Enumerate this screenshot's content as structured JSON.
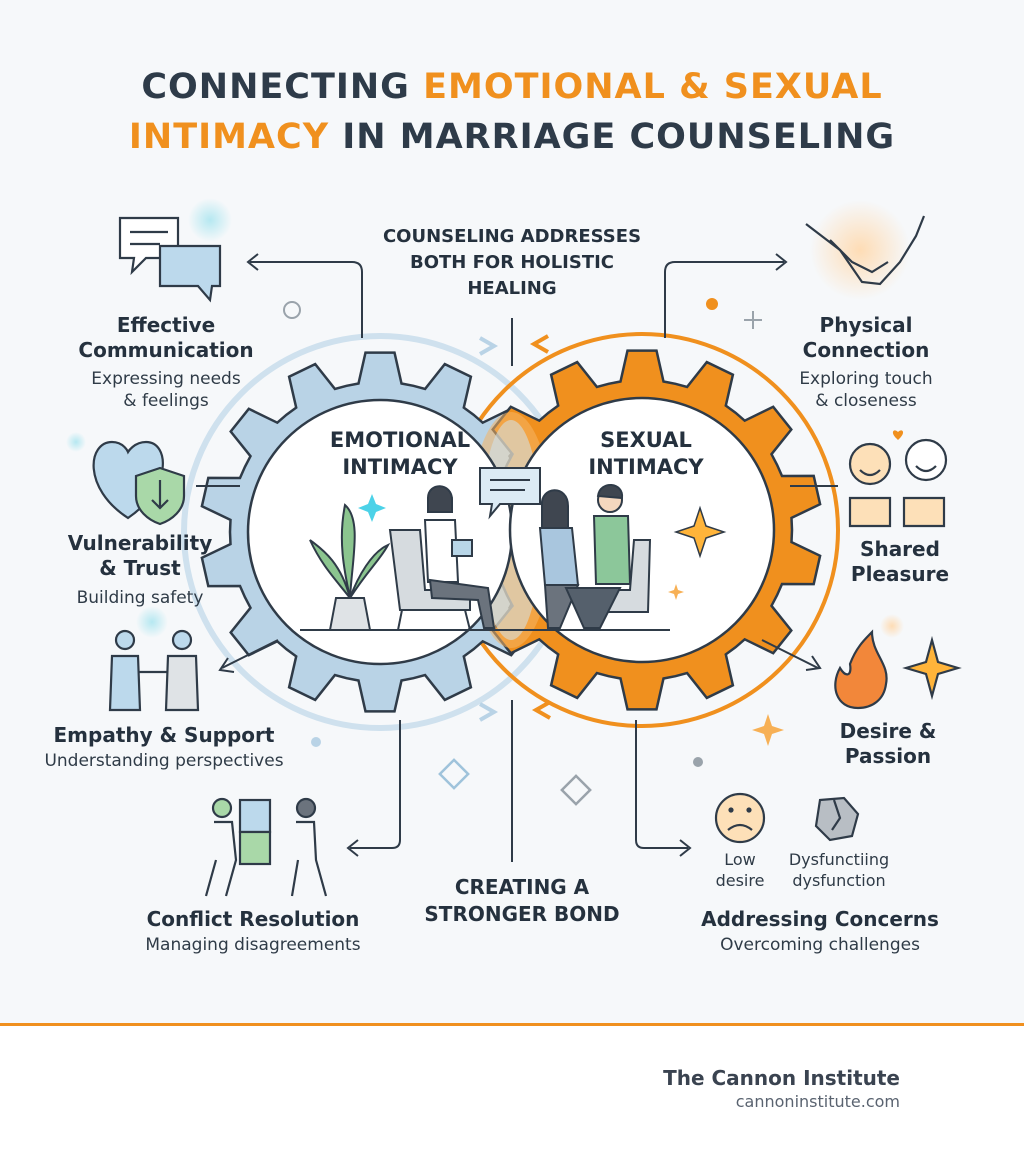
{
  "title": {
    "line1_part1": "CONNECTING ",
    "line1_part2": "EMOTIONAL & SEXUAL",
    "line2_part1": "INTIMACY",
    "line2_part2": " IN MARRIAGE COUNSELING"
  },
  "center_note": [
    "COUNSELING ADDRESSES",
    "BOTH FOR HOLISTIC",
    "HEALING"
  ],
  "bottom_note": [
    "CREATING A",
    "STRONGER BOND"
  ],
  "gears": {
    "left": [
      "EMOTIONAL",
      "INTIMACY"
    ],
    "right": [
      "SEXUAL",
      "INTIMACY"
    ]
  },
  "left_items": [
    {
      "title": [
        "Effective",
        "Communication"
      ],
      "sub": [
        "Expressing needs",
        "& feelings"
      ],
      "icon": "chat-bubbles-icon"
    },
    {
      "title": [
        "Vulnerability",
        "& Trust"
      ],
      "sub": [
        "Building safety"
      ],
      "icon": "heart-shield-icon"
    },
    {
      "title": [
        "Empathy & Support"
      ],
      "sub": [
        "Understanding perspectives"
      ],
      "icon": "people-holding-hands-icon"
    },
    {
      "title": [
        "Conflict Resolution"
      ],
      "sub": [
        "Managing disagreements"
      ],
      "icon": "puzzle-people-icon"
    }
  ],
  "right_items": [
    {
      "title": [
        "Physical",
        "Connection"
      ],
      "sub": [
        "Exploring touch",
        "& closeness"
      ],
      "icon": "holding-hands-icon"
    },
    {
      "title": [
        "Shared",
        "Pleasure"
      ],
      "sub": [],
      "icon": "smiling-faces-icon"
    },
    {
      "title": [
        "Desire &",
        "Passion"
      ],
      "sub": [],
      "icon": "flame-sparkle-icon"
    },
    {
      "title": [
        "Addressing Concerns"
      ],
      "sub": [
        "Overcoming challenges"
      ],
      "icon": "concern-icons"
    }
  ],
  "concerns": {
    "low": [
      "Low",
      "desire"
    ],
    "dys": [
      "Dysfunctiing",
      "dysfunction"
    ]
  },
  "brand": {
    "name": "The Cannon Institute",
    "url": "cannoninstitute.com"
  },
  "colors": {
    "accent_orange": "#f0901e",
    "gear_blue": "#b9d3e6",
    "text_dark": "#2e3b49"
  }
}
